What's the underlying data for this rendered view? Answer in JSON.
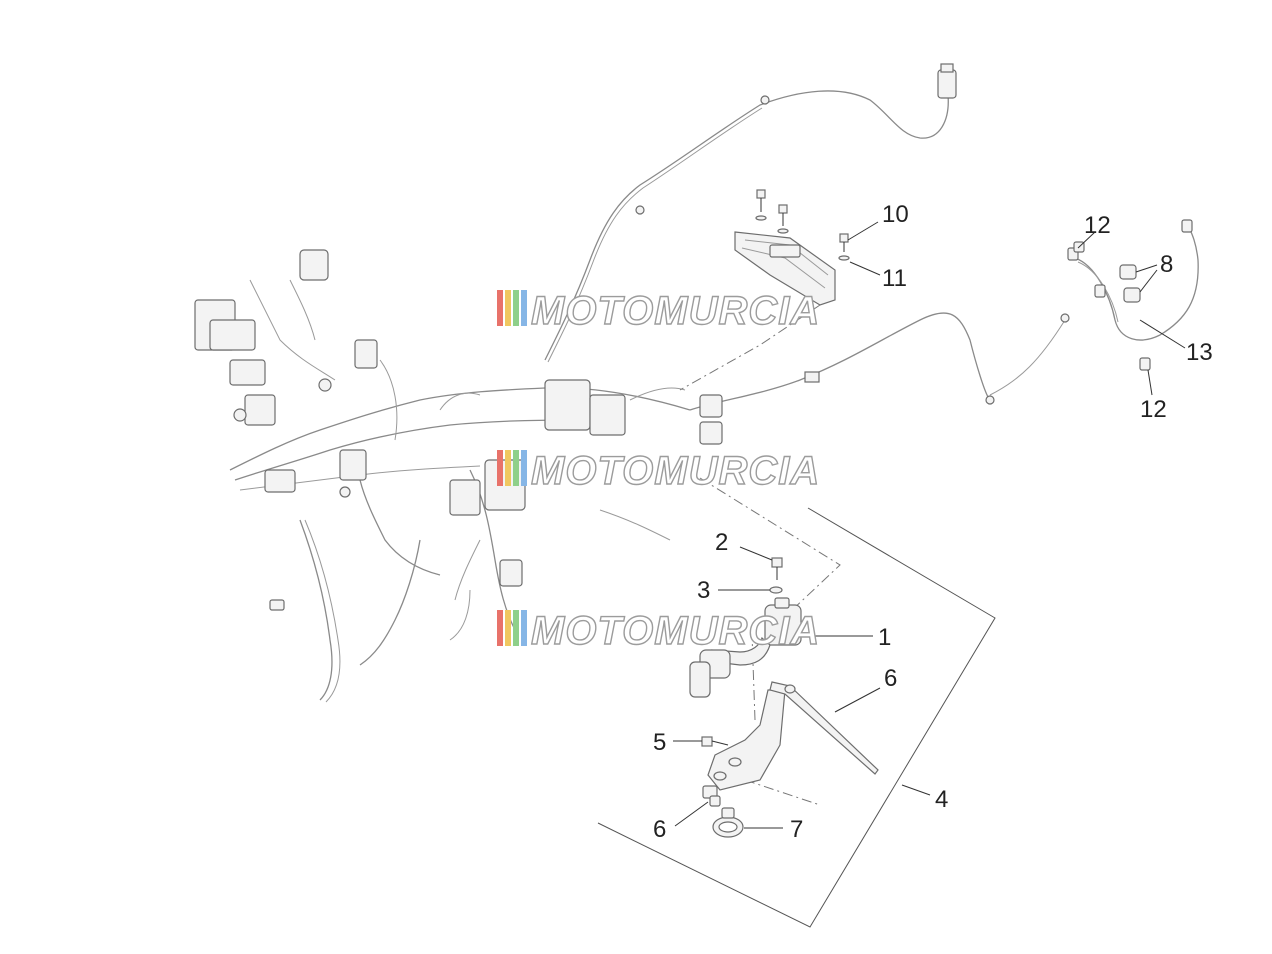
{
  "watermark": {
    "text": "MOTOMURCIA",
    "stripe_colors": [
      "#e8726a",
      "#f0c760",
      "#8fd08a",
      "#86b6e6"
    ]
  },
  "callouts": [
    {
      "id": "c1",
      "label": "1"
    },
    {
      "id": "c2",
      "label": "2"
    },
    {
      "id": "c3",
      "label": "3"
    },
    {
      "id": "c4",
      "label": "4"
    },
    {
      "id": "c5",
      "label": "5"
    },
    {
      "id": "c6a",
      "label": "6"
    },
    {
      "id": "c6b",
      "label": "6"
    },
    {
      "id": "c7",
      "label": "7"
    },
    {
      "id": "c8",
      "label": "8"
    },
    {
      "id": "c10",
      "label": "10"
    },
    {
      "id": "c11",
      "label": "11"
    },
    {
      "id": "c12a",
      "label": "12"
    },
    {
      "id": "c12b",
      "label": "12"
    },
    {
      "id": "c13",
      "label": "13"
    }
  ]
}
